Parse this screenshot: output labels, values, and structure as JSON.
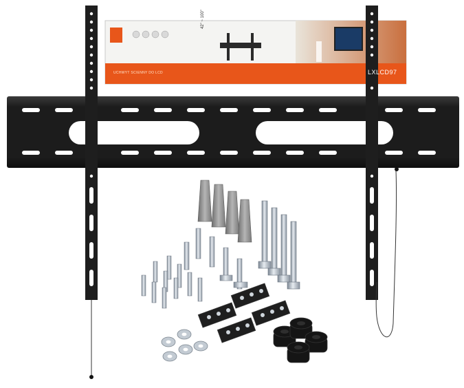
{
  "product_box": {
    "model": "LXLCD97",
    "tagline": "UCHWYT SCIENNY DO LCD",
    "size_range": "42\" ~ 100\""
  },
  "colors": {
    "bracket": "#1e1e1e",
    "box_orange": "#e8561a",
    "metal": "#b8c0c8",
    "anchor": "#8a8a8a",
    "spacer": "#151515"
  }
}
